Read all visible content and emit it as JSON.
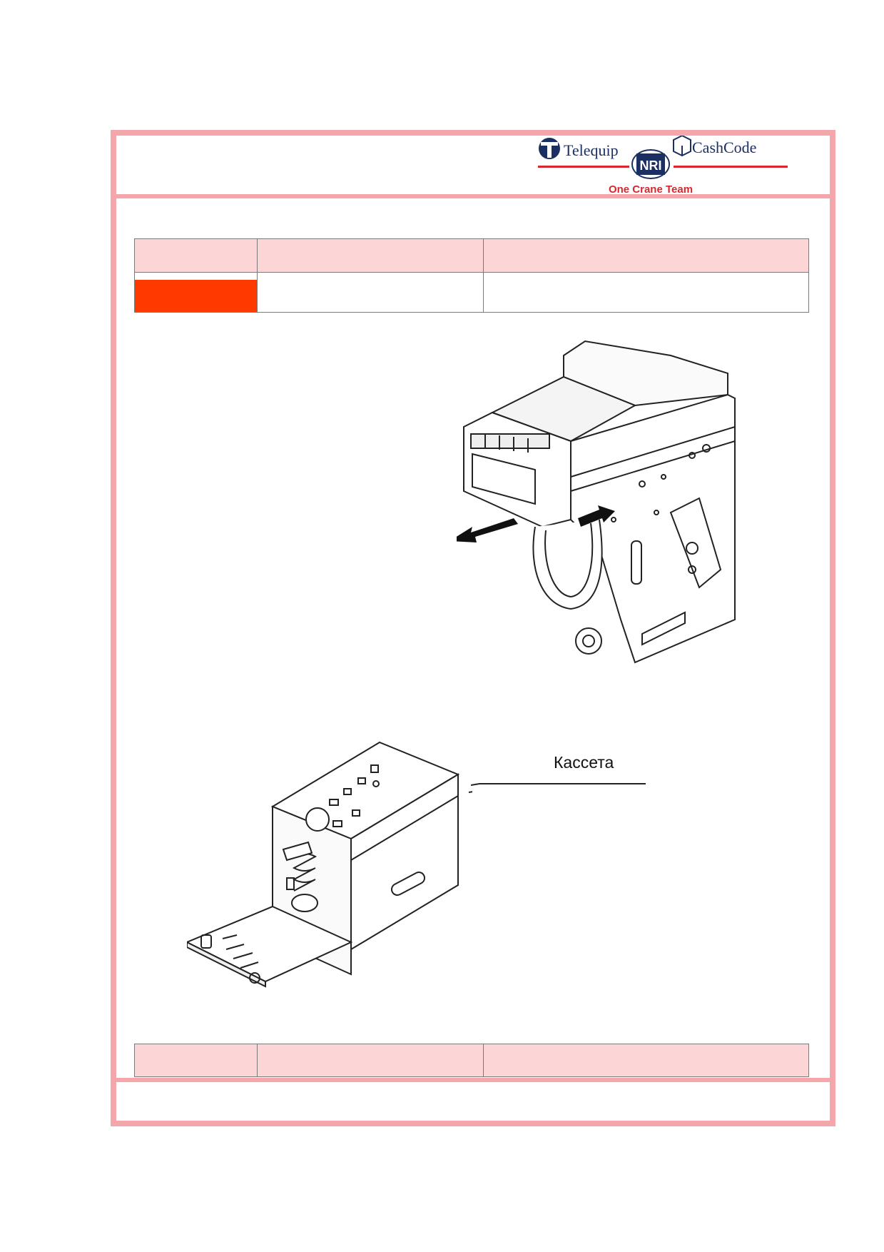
{
  "header": {
    "brand_left": "Telequip",
    "brand_right": "CashCode",
    "brand_center_badge": "NRI",
    "tagline": "One Crane Team",
    "accent_color": "#d9262c",
    "navy_color": "#1b2f63"
  },
  "frame": {
    "border_color": "#f4a6aa",
    "header_cell_color": "#fcd6d7",
    "status_color": "#ff3a00"
  },
  "figures": {
    "cassette_label": "Кассета"
  }
}
